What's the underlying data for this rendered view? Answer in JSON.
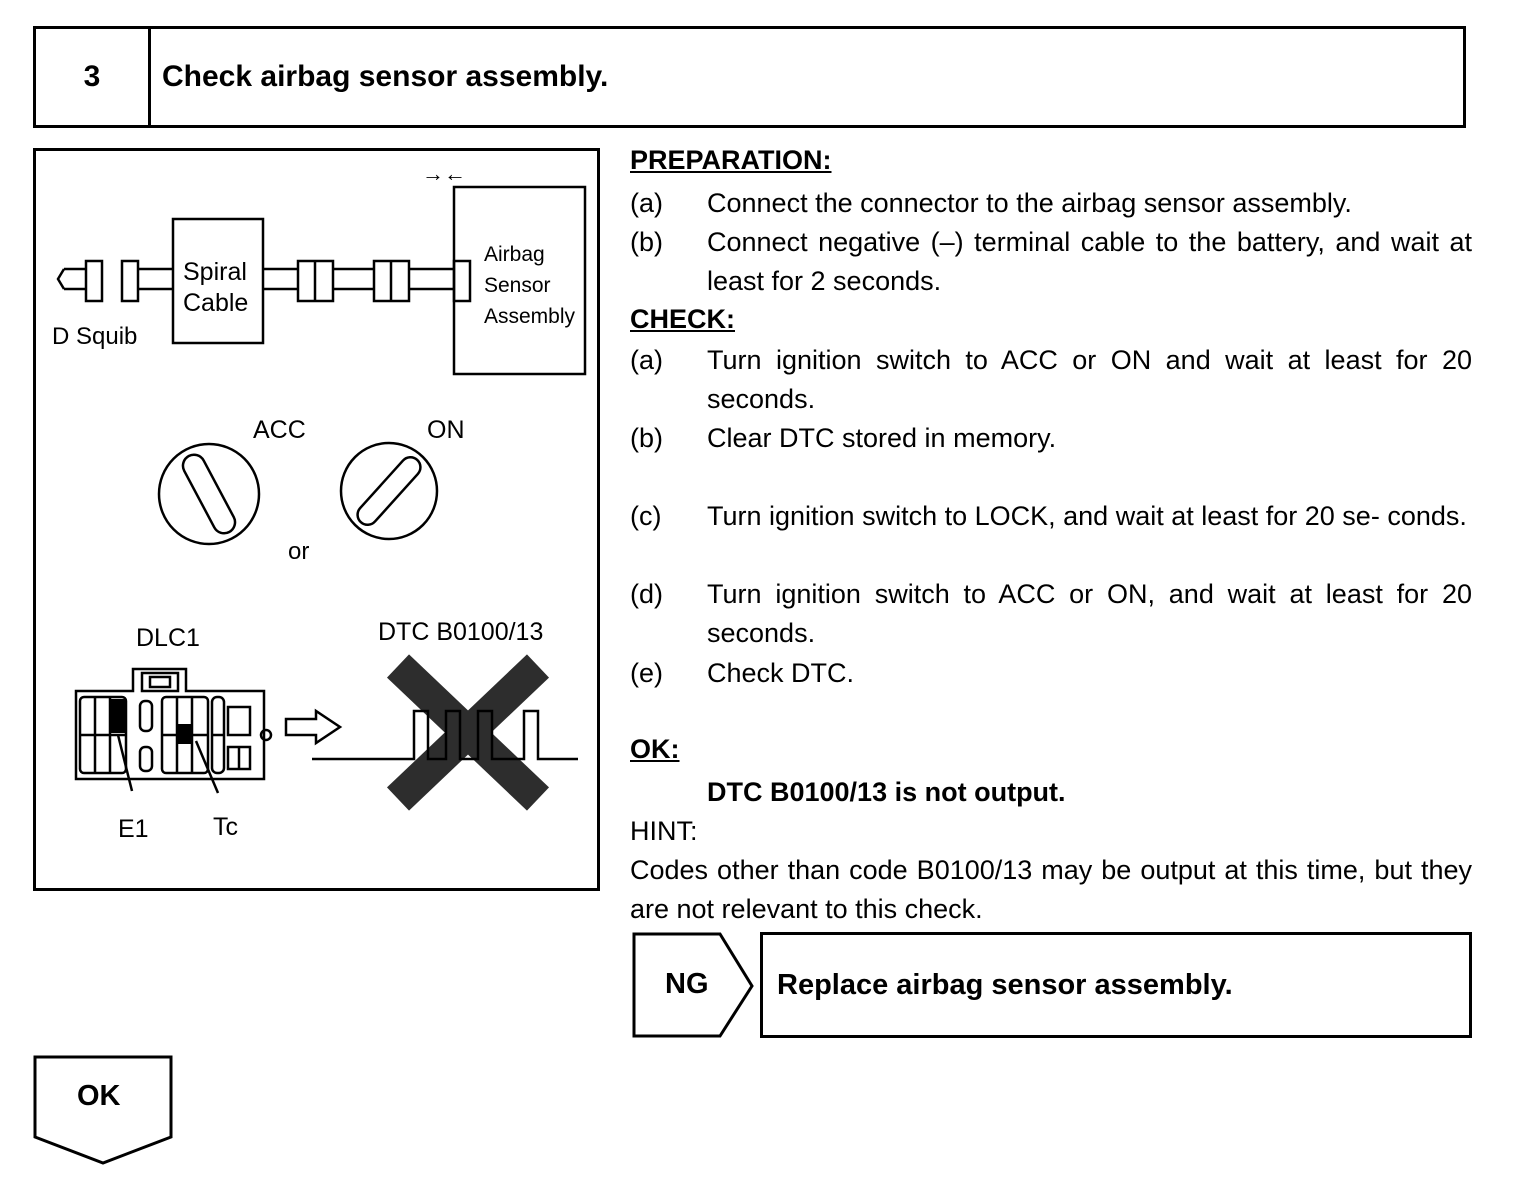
{
  "header": {
    "step_number": "3",
    "title": "Check airbag sensor assembly."
  },
  "figure": {
    "spiral_cable_line1": "Spiral",
    "spiral_cable_line2": "Cable",
    "d_squib": "D Squib",
    "airbag_line1": "Airbag",
    "airbag_line2": "Sensor",
    "airbag_line3": "Assembly",
    "arrow_mark": "→←",
    "acc": "ACC",
    "on": "ON",
    "or": "or",
    "dlc1": "DLC1",
    "dtc": "DTC B0100/13",
    "e1": "E1",
    "tc": "Tc"
  },
  "preparation": {
    "heading": "PREPARATION:",
    "items": [
      {
        "marker": "(a)",
        "text": "Connect the connector to the airbag sensor assembly."
      },
      {
        "marker": "(b)",
        "text": "Connect negative (–) terminal cable to the battery, and wait at least for 2 seconds."
      }
    ]
  },
  "check": {
    "heading": "CHECK:",
    "items": [
      {
        "marker": "(a)",
        "text": "Turn ignition switch to ACC or ON and wait at least for 20 seconds."
      },
      {
        "marker": "(b)",
        "text": "Clear DTC stored in memory."
      },
      {
        "marker": "(c)",
        "text": "Turn ignition switch to LOCK, and wait at least for 20 se- conds."
      },
      {
        "marker": "(d)",
        "text": "Turn ignition switch to ACC or ON, and wait at least for 20 seconds."
      },
      {
        "marker": "(e)",
        "text": "Check DTC."
      }
    ]
  },
  "ok": {
    "heading": "OK:",
    "result": "DTC B0100/13 is not output."
  },
  "hint": {
    "label": "HINT:",
    "text": "Codes other than code B0100/13 may be output at this time, but they are not relevant to this check."
  },
  "ng": {
    "label": "NG",
    "action": "Replace airbag sensor assembly."
  },
  "ok_flow": {
    "label": "OK"
  }
}
